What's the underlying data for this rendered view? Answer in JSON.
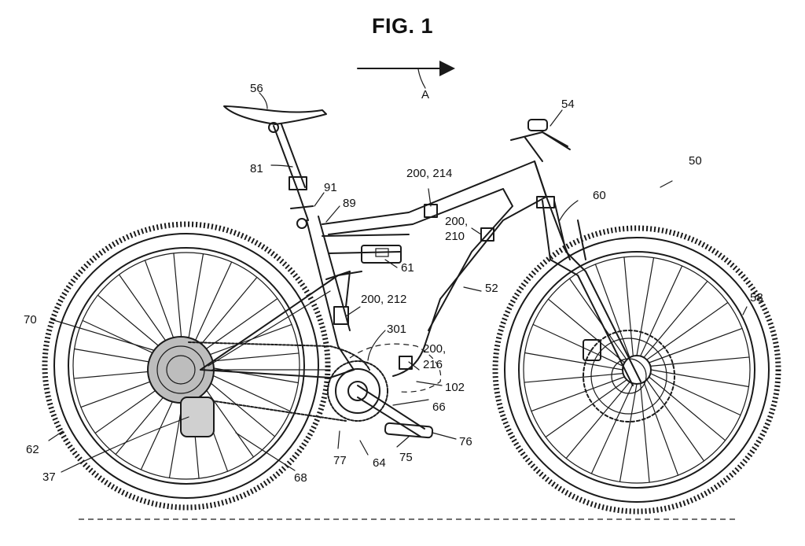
{
  "figure": {
    "title": "FIG. 1",
    "direction_label": "A",
    "labels": {
      "l56": "56",
      "l54": "54",
      "l50": "50",
      "l81": "81",
      "l91": "91",
      "l89": "89",
      "l200_214": "200, 214",
      "l200_210_a": "200,",
      "l200_210_b": "210",
      "l60": "60",
      "l61": "61",
      "l52": "52",
      "l58": "58",
      "l200_212": "200, 212",
      "l70": "70",
      "l301": "301",
      "l200_216_a": "200,",
      "l200_216_b": "216",
      "l102": "102",
      "l66": "66",
      "l62": "62",
      "l37": "37",
      "l77": "77",
      "l64": "64",
      "l75": "75",
      "l76": "76",
      "l68": "68"
    }
  }
}
